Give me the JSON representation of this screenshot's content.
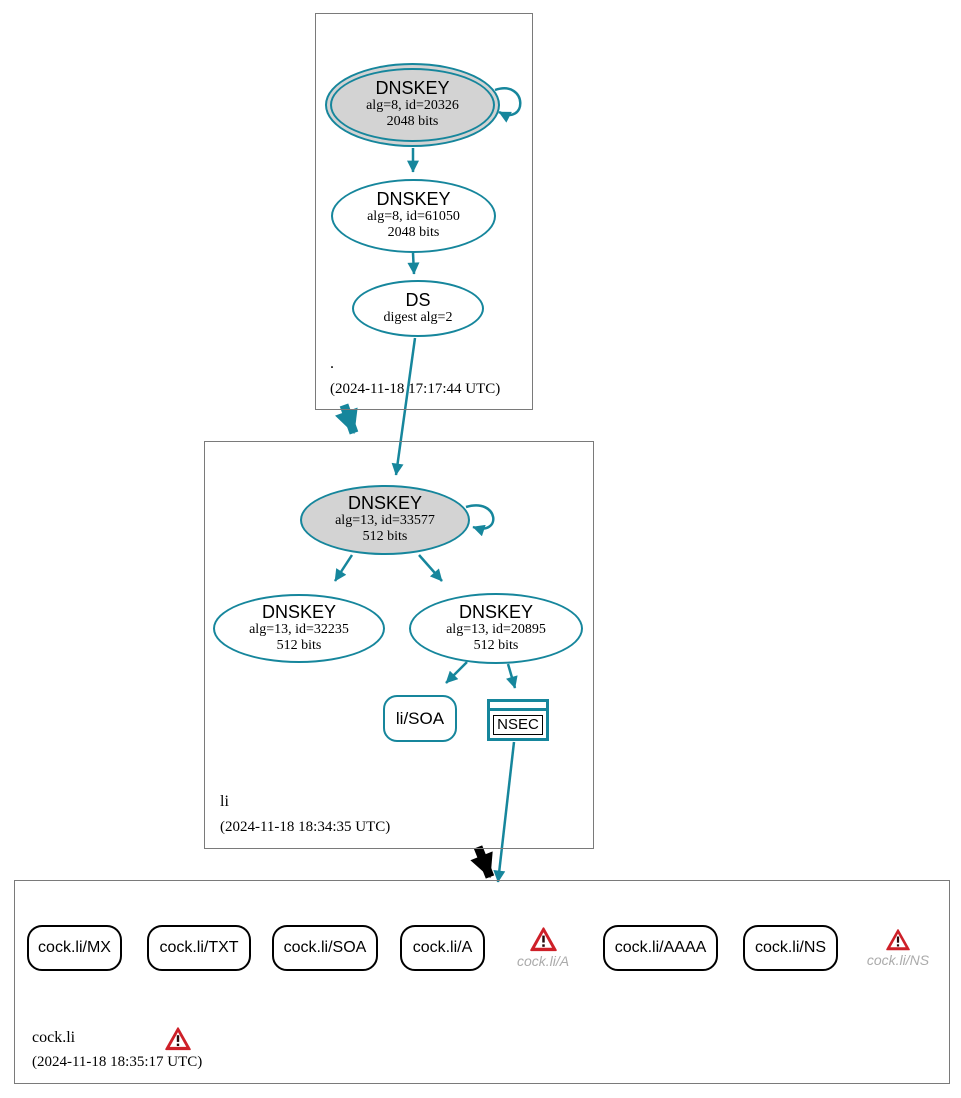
{
  "colors": {
    "secure_teal": "#16869c",
    "ksk_fill": "#d3d3d3",
    "warning_red": "#ce2029",
    "muted_label": "#ababab",
    "zone_border": "#7a7a7a"
  },
  "zones": {
    "root": {
      "label": ".",
      "timestamp": "(2024-11-18 17:17:44 UTC)",
      "ksk": {
        "title": "DNSKEY",
        "detail1": "alg=8, id=20326",
        "detail2": "2048 bits"
      },
      "zsk": {
        "title": "DNSKEY",
        "detail1": "alg=8, id=61050",
        "detail2": "2048 bits"
      },
      "ds": {
        "title": "DS",
        "detail1": "digest alg=2"
      }
    },
    "li": {
      "label": "li",
      "timestamp": "(2024-11-18 18:34:35 UTC)",
      "ksk": {
        "title": "DNSKEY",
        "detail1": "alg=13, id=33577",
        "detail2": "512 bits"
      },
      "zsk1": {
        "title": "DNSKEY",
        "detail1": "alg=13, id=32235",
        "detail2": "512 bits"
      },
      "zsk2": {
        "title": "DNSKEY",
        "detail1": "alg=13, id=20895",
        "detail2": "512 bits"
      },
      "soa": {
        "label": "li/SOA"
      },
      "nsec": {
        "label": "NSEC"
      }
    },
    "cockli": {
      "label": "cock.li",
      "timestamp": "(2024-11-18 18:35:17 UTC)",
      "rrsets": [
        {
          "label": "cock.li/MX"
        },
        {
          "label": "cock.li/TXT"
        },
        {
          "label": "cock.li/SOA"
        },
        {
          "label": "cock.li/A"
        },
        {
          "label": "cock.li/AAAA"
        },
        {
          "label": "cock.li/NS"
        }
      ],
      "warnings": [
        {
          "label": "cock.li/A"
        },
        {
          "label": "cock.li/NS"
        }
      ]
    }
  }
}
